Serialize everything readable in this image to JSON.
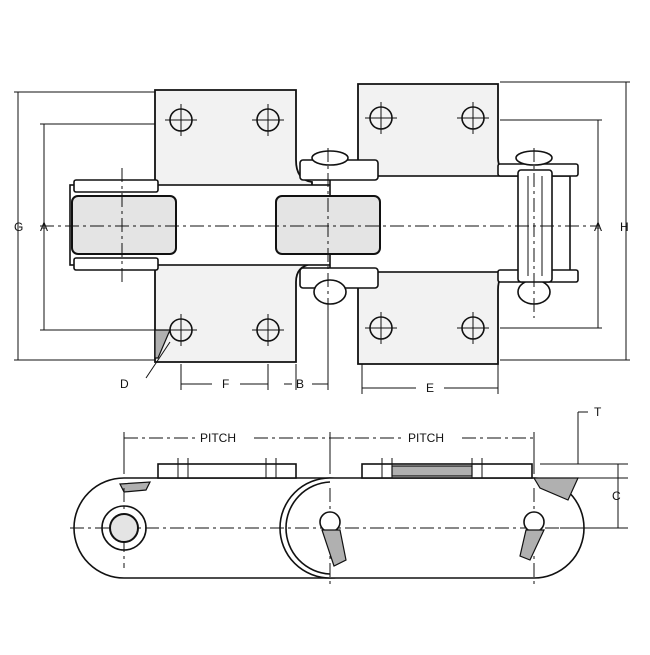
{
  "labels": {
    "G": "G",
    "A_left": "A",
    "A_right": "A",
    "H": "H",
    "D": "D",
    "F": "F",
    "B": "B",
    "E": "E",
    "T": "T",
    "C": "C",
    "pitch_1": "PITCH",
    "pitch_2": "PITCH"
  }
}
